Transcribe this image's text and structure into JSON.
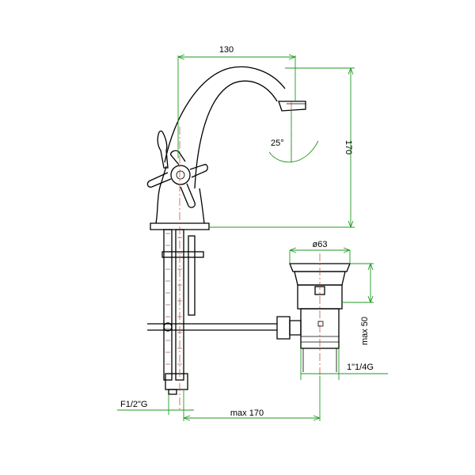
{
  "dimensions": {
    "spout_reach": "130",
    "height": "170",
    "spout_angle": "25°",
    "drain_diameter": "ø63",
    "drain_max_height": "max 50",
    "drain_thread": "1\"1/4G",
    "inlet_thread": "F1/2\"G",
    "rod_max_length": "max 170"
  },
  "colors": {
    "outline": "#000000",
    "dimension": "#1f9a1f",
    "centerline": "#c0392b"
  }
}
